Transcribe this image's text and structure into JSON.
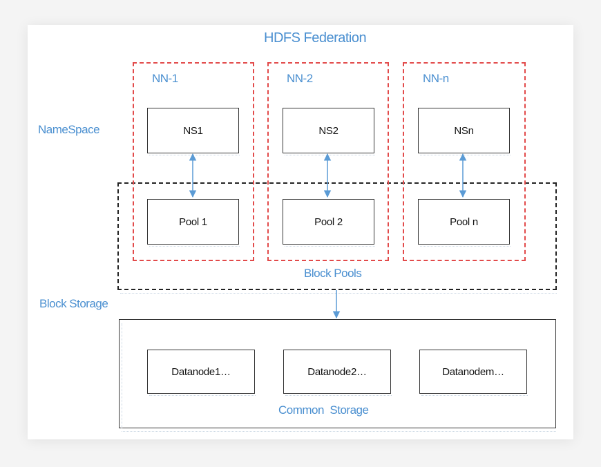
{
  "title": "HDFS Federation",
  "labels": {
    "namespace": "NameSpace",
    "block_storage": "Block Storage",
    "block_pools": "Block Pools",
    "common_storage": "Common  Storage"
  },
  "namenodes": [
    {
      "label": "NN-1",
      "ns": "NS1",
      "pool": "Pool 1"
    },
    {
      "label": "NN-2",
      "ns": "NS2",
      "pool": "Pool 2"
    },
    {
      "label": "NN-n",
      "ns": "NSn",
      "pool": "Pool n"
    }
  ],
  "datanodes": [
    "Datanode1…",
    "Datanode2…",
    "Datanodem…"
  ],
  "colors": {
    "accent_text": "#4a8fd0",
    "namenode_border": "#e24a4a",
    "block_pools_border": "#222222",
    "arrow": "#5b9bd5"
  }
}
